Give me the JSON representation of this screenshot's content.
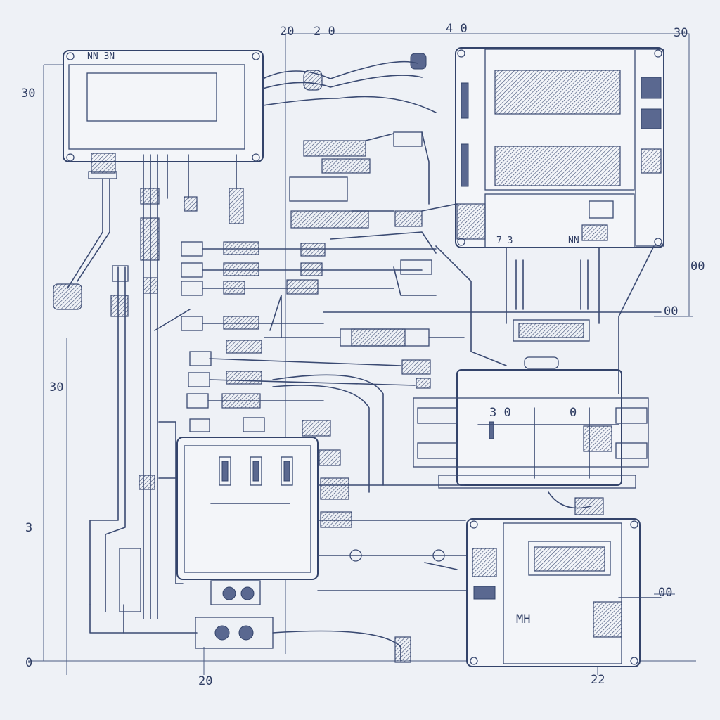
{
  "diagram": {
    "dimension_labels": {
      "top_left": "20",
      "top_a": "2 0",
      "top_b": "4 0",
      "top_right": "30",
      "left_top": "30",
      "left_mid": "30",
      "left_low": "3",
      "left_bottom": "0",
      "right_upper": "00",
      "right_mid": "00",
      "right_lower": "00",
      "bottom_left": "20",
      "bottom_right": "22"
    },
    "component_labels": {
      "top_left_box": "NN 3N",
      "mid_right_panel": "3 0",
      "mid_right_panel_b": "0",
      "bottom_right_box": "MH",
      "upper_right_footer_a": "7 3",
      "upper_right_footer_b": "NN"
    }
  }
}
